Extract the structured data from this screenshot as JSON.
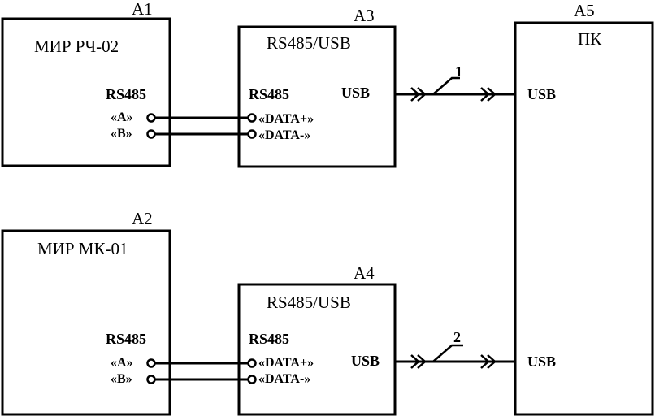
{
  "blocks": {
    "a1": {
      "designator": "A1",
      "title": "МИР РЧ-02",
      "port": "RS485",
      "pin_a": "«A»",
      "pin_b": "«B»"
    },
    "a2": {
      "designator": "A2",
      "title": "МИР МК-01",
      "port": "RS485",
      "pin_a": "«A»",
      "pin_b": "«B»"
    },
    "a3": {
      "designator": "A3",
      "title": "RS485/USB",
      "port_in": "RS485",
      "pin_a": "«DATA+»",
      "pin_b": "«DATA-»",
      "port_out": "USB"
    },
    "a4": {
      "designator": "A4",
      "title": "RS485/USB",
      "port_in": "RS485",
      "pin_a": "«DATA+»",
      "pin_b": "«DATA-»",
      "port_out": "USB"
    },
    "a5": {
      "designator": "A5",
      "title": "ПК",
      "port_top": "USB",
      "port_bottom": "USB"
    }
  },
  "cables": {
    "c1": "1",
    "c2": "2"
  }
}
